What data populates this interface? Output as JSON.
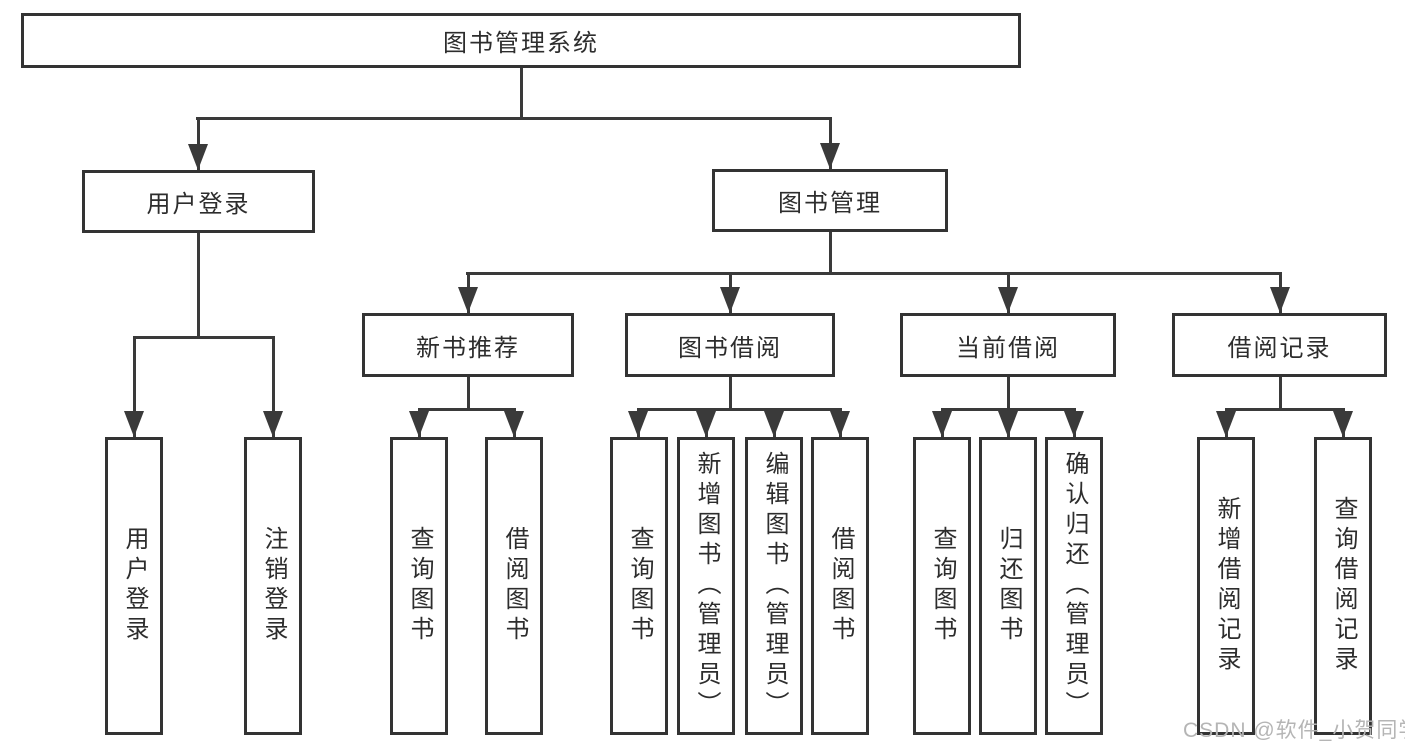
{
  "colors": {
    "line": "#3a3a3a",
    "box_border": "#333333",
    "text": "#2d2d2d",
    "watermark": "#b5b5b5",
    "background": "#ffffff"
  },
  "watermark": {
    "text": "CSDN @软件_小贺同学"
  },
  "tree": {
    "root": {
      "label": "图书管理系统"
    },
    "branches": [
      {
        "label": "用户登录",
        "children": [
          "用户登录",
          "注销登录"
        ]
      },
      {
        "label": "图书管理",
        "sections": [
          {
            "label": "新书推荐",
            "children": [
              "查询图书",
              "借阅图书"
            ]
          },
          {
            "label": "图书借阅",
            "children": [
              "查询图书",
              "新增图书（管理员）",
              "编辑图书（管理员）",
              "借阅图书"
            ]
          },
          {
            "label": "当前借阅",
            "children": [
              "查询图书",
              "归还图书",
              "确认归还（管理员）"
            ]
          },
          {
            "label": "借阅记录",
            "children": [
              "新增借阅记录",
              "查询借阅记录"
            ]
          }
        ]
      }
    ]
  }
}
